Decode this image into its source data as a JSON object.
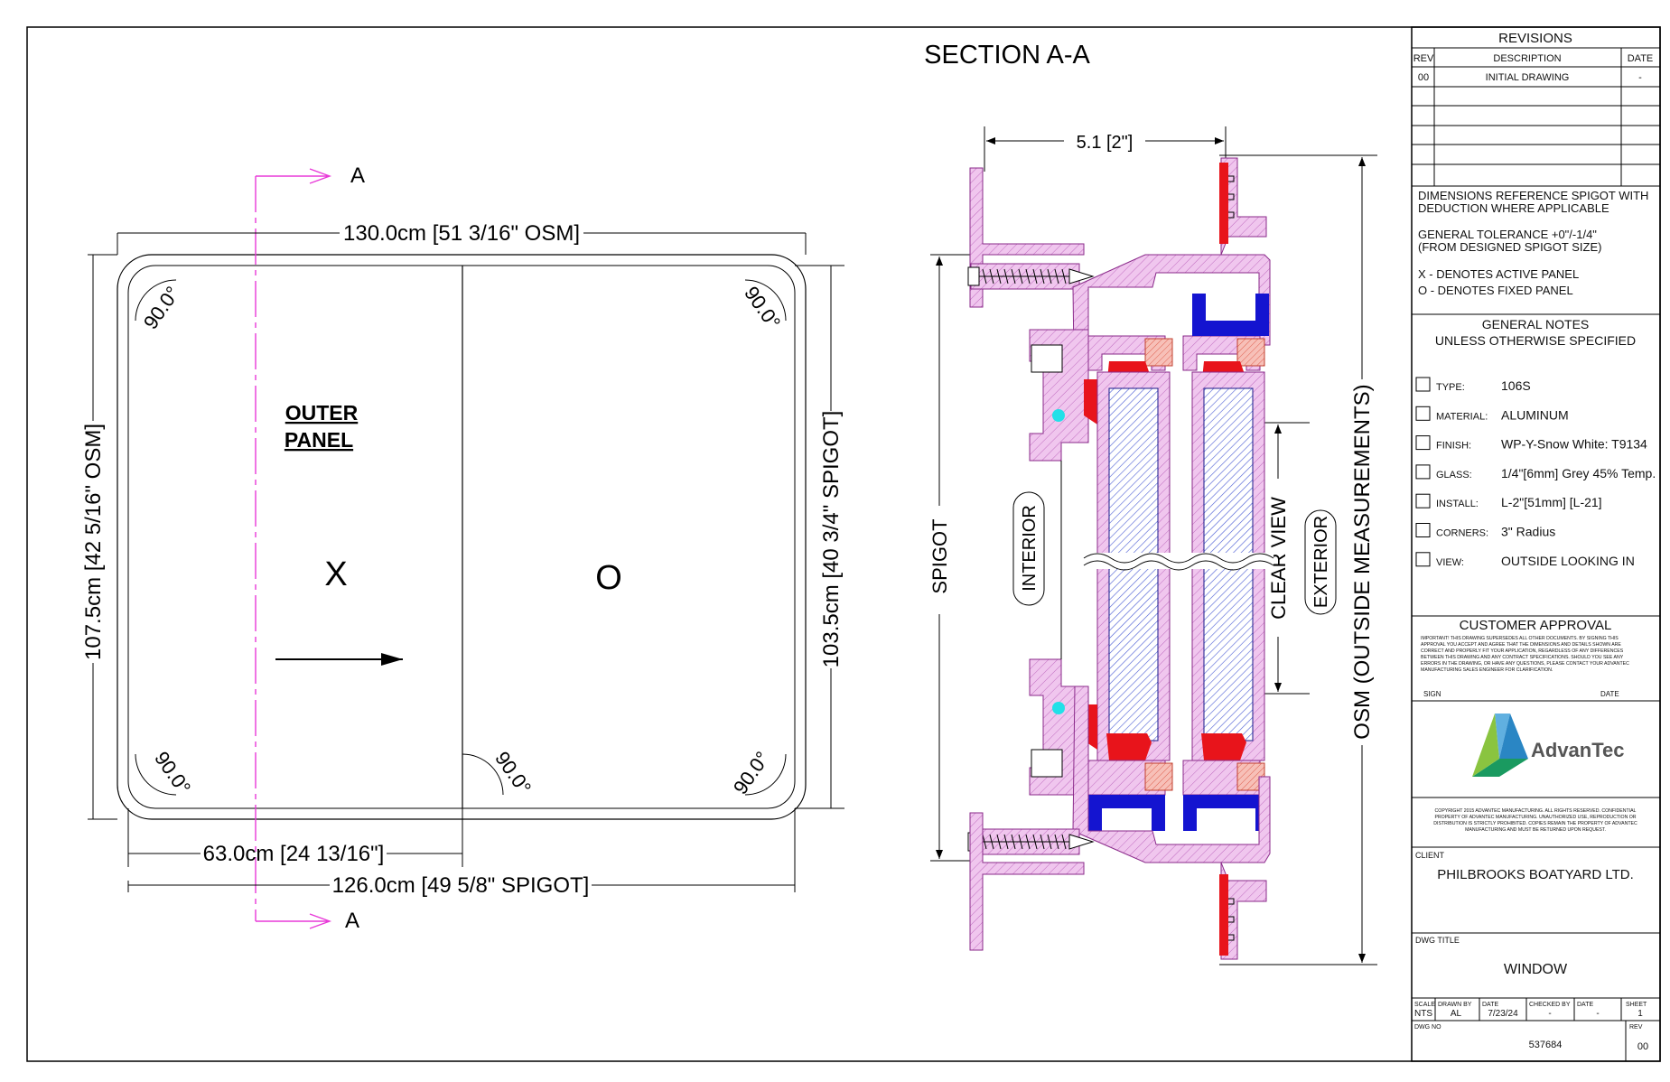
{
  "section_title": "SECTION A-A",
  "elevation": {
    "section_marker": "A",
    "osm_width": "130.0cm [51 3/16\" OSM]",
    "osm_height": "107.5cm [42 5/16\" OSM]",
    "spigot_height": "103.5cm [40 3/4\" SPIGOT]",
    "panel_split": "63.0cm [24 13/16\"]",
    "spigot_width": "126.0cm [49 5/8\" SPIGOT]",
    "corner_angle": "90.0°",
    "outer_panel_line1": "OUTER",
    "outer_panel_line2": "PANEL",
    "active_panel": "X",
    "fixed_panel": "O"
  },
  "section": {
    "depth": "5.1 [2\"]",
    "spigot": "SPIGOT",
    "interior": "INTERIOR",
    "clear_view": "CLEAR VIEW",
    "exterior": "EXTERIOR",
    "osm": "OSM (OUTSIDE MEASUREMENTS)"
  },
  "colors": {
    "frame_fill": "#f0c6ee",
    "gasket_red": "#e8141b",
    "track_blue": "#1414d0",
    "glass_blue": "#4a5bd4",
    "section_line": "#e83ad8",
    "seal_cyan": "#22e0e8",
    "felt_salmon": "#e88078"
  },
  "revisions": {
    "header": "REVISIONS",
    "columns": [
      "REV",
      "DESCRIPTION",
      "DATE"
    ],
    "rows": [
      {
        "rev": "00",
        "description": "INITIAL DRAWING",
        "date": "-"
      }
    ]
  },
  "dimension_notes": [
    "DIMENSIONS REFERENCE SPIGOT WITH",
    "DEDUCTION WHERE APPLICABLE",
    "GENERAL TOLERANCE +0\"/-1/4\"",
    "(FROM DESIGNED SPIGOT SIZE)",
    "X - DENOTES ACTIVE PANEL",
    "O - DENOTES FIXED PANEL"
  ],
  "general_notes": {
    "title": "GENERAL NOTES",
    "subtitle": "UNLESS OTHERWISE SPECIFIED",
    "specs": [
      {
        "label": "TYPE:",
        "value": "106S"
      },
      {
        "label": "MATERIAL:",
        "value": "ALUMINUM"
      },
      {
        "label": "FINISH:",
        "value": "WP-Y-Snow White: T9134"
      },
      {
        "label": "GLASS:",
        "value": "1/4\"[6mm] Grey 45% Temp."
      },
      {
        "label": "INSTALL:",
        "value": "L-2\"[51mm] [L-21]"
      },
      {
        "label": "CORNERS:",
        "value": "3\" Radius"
      },
      {
        "label": "VIEW:",
        "value": "OUTSIDE LOOKING IN"
      }
    ]
  },
  "approval": {
    "title": "CUSTOMER APPROVAL",
    "fine_print": [
      "IMPORTANT! THIS DRAWING SUPERSEDES ALL OTHER DOCUMENTS. BY SIGNING THIS",
      "APPROVAL YOU ACCEPT AND AGREE THAT THE DIMENSIONS AND DETAILS SHOWN ARE",
      "CORRECT AND PROPERLY FIT YOUR APPLICATION, REGARDLESS OF ANY DIFFERENCES",
      "BETWEEN THIS DRAWING AND ANY CONTRACT SPECIFICATIONS. SHOULD YOU SEE ANY",
      "ERRORS IN THE DRAWING, OR HAVE ANY QUESTIONS, PLEASE CONTACT YOUR ADVANTEC",
      "MANUFACTURING SALES ENGINEER FOR CLARIFICATION."
    ],
    "sign_label": "SIGN",
    "date_label": "DATE"
  },
  "logo": {
    "name": "AdvanTec"
  },
  "copyright": [
    "COPYRIGHT 2015 ADVANTEC MANUFACTURING. ALL RIGHTS RESERVED. CONFIDENTIAL",
    "PROPERTY OF ADVANTEC MANUFACTURING. UNAUTHORIZED USE, REPRODUCTION OR",
    "DISTRIBUTION IS STRICTLY PROHIBITED. COPIES REMAIN THE PROPERTY OF ADVANTEC",
    "MANUFACTURING AND MUST BE RETURNED UPON REQUEST."
  ],
  "client": {
    "label": "CLIENT",
    "name": "PHILBROOKS BOATYARD LTD."
  },
  "dwg_title": {
    "label": "DWG TITLE",
    "value": "WINDOW"
  },
  "title_block": {
    "scale_label": "SCALE",
    "scale": "NTS",
    "drawn_by_label": "DRAWN BY",
    "drawn_by": "AL",
    "date_label": "DATE",
    "date": "7/23/24",
    "checked_by_label": "CHECKED BY",
    "checked_by": "-",
    "date2_label": "DATE",
    "date2": "-",
    "sheet_label": "SHEET",
    "sheet": "1",
    "dwg_no_label": "DWG NO",
    "dwg_no": "537684",
    "rev_label": "REV",
    "rev": "00"
  }
}
